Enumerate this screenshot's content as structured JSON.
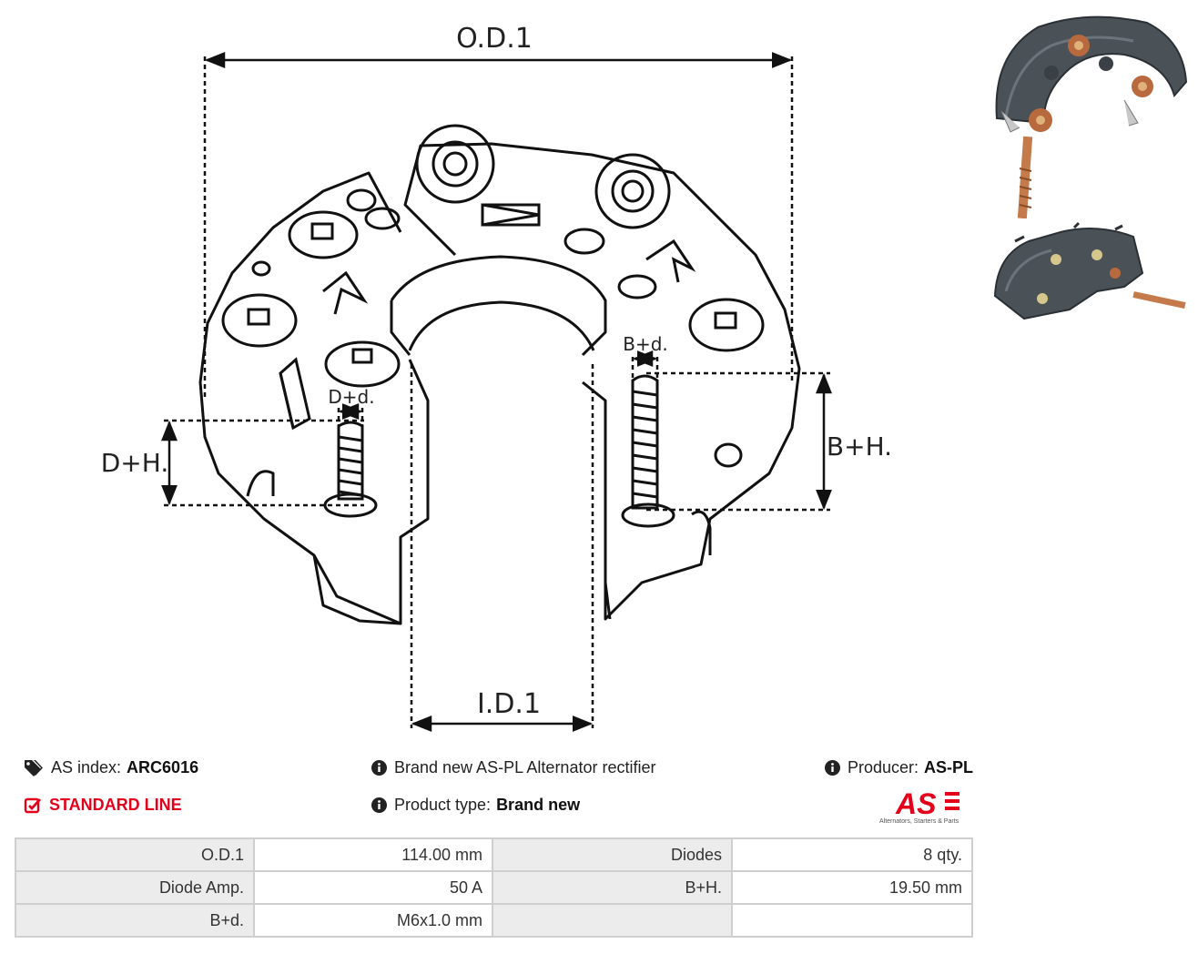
{
  "diagram": {
    "od_label": "O.D.1",
    "id_label": "I.D.1",
    "dh_label": "D+H.",
    "dd_label": "D+d.",
    "bh_label": "B+H.",
    "bd_label": "B+d."
  },
  "info": {
    "index_label": "AS index:",
    "index_value": "ARC6016",
    "line": "STANDARD LINE",
    "description": "Brand new AS-PL Alternator rectifier",
    "type_label": "Product type:",
    "type_value": "Brand new",
    "producer_label": "Producer:",
    "producer_value": "AS-PL"
  },
  "logo": {
    "mark": "AS",
    "tagline": "Alternators, Starters & Parts",
    "color": "#e3001b"
  },
  "specs": {
    "rows": [
      {
        "l1": "O.D.1",
        "v1": "114.00 mm",
        "l2": "Diodes",
        "v2": "8 qty."
      },
      {
        "l1": "Diode Amp.",
        "v1": "50 A",
        "l2": "B+H.",
        "v2": "19.50 mm"
      },
      {
        "l1": "B+d.",
        "v1": "M6x1.0 mm",
        "l2": "",
        "v2": ""
      }
    ]
  }
}
